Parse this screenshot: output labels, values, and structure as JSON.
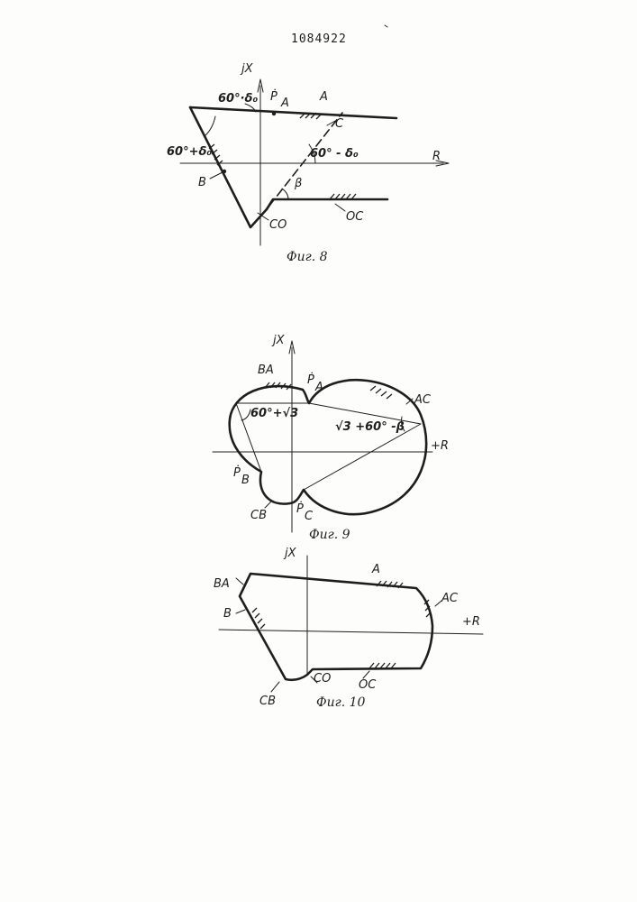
{
  "document": {
    "number": "1084922"
  },
  "fig8": {
    "caption": "Фиг. 8",
    "axis_y": "jX",
    "axis_x": "R",
    "label_p": "Ṗ",
    "label_p_sub": "A",
    "angle_top": "60°·δ₀",
    "angle_left": "60°+δ₀",
    "angle_mid": "60° - δ₀",
    "angle_beta": "β",
    "zone_a": "A",
    "zone_b": "B",
    "zone_c": "C",
    "zone_co": "CO",
    "zone_oc": "OC"
  },
  "fig9": {
    "caption": "Фиг. 9",
    "axis_y": "jX",
    "axis_x": "+R",
    "p_a": "Ṗ",
    "p_a_sub": "A",
    "p_b": "Ṗ",
    "p_b_sub": "B",
    "p_c": "Ṗ",
    "p_c_sub": "C",
    "zone_ba": "BA",
    "zone_ac": "AC",
    "zone_cb": "CB",
    "angle_left": "60°+√3",
    "angle_right": "√3 +60° -β"
  },
  "fig10": {
    "caption": "Фиг. 10",
    "axis_y": "jX",
    "axis_x": "+R",
    "zone_a": "A",
    "zone_ba": "BA",
    "zone_b": "B",
    "zone_ac": "AC",
    "zone_co": "CO",
    "zone_oc": "OC",
    "zone_cb": "CB"
  }
}
